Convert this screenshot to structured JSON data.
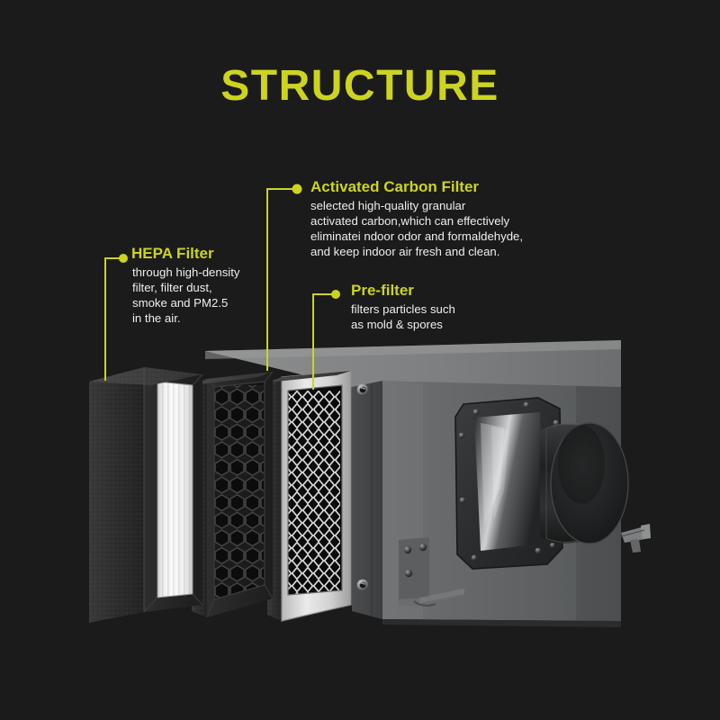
{
  "page": {
    "title": "STRUCTURE",
    "background_color": "#1b1b1b",
    "accent_color": "#ccd41f",
    "body_text_color": "#eeeeee"
  },
  "callouts": {
    "hepa": {
      "title": "HEPA Filter",
      "lines": [
        "through high-density",
        "filter, filter dust,",
        "smoke and PM2.5",
        "in the air."
      ]
    },
    "carbon": {
      "title": "Activated Carbon Filter",
      "lines": [
        "selected high-quality granular",
        "activated carbon,which can effectively",
        "eliminatei ndoor odor and formaldehyde,",
        "and keep indoor air fresh and clean."
      ]
    },
    "prefilter": {
      "title": "Pre-filter",
      "lines": [
        "filters particles such",
        "as mold & spores"
      ]
    }
  },
  "product": {
    "name": "inline-duct-air-purifier",
    "components": [
      {
        "name": "hepa-filter",
        "media": "white pleated media",
        "frame": "black foam frame"
      },
      {
        "name": "carbon-filter",
        "media": "honeycomb activated carbon",
        "frame": "black foam frame"
      },
      {
        "name": "pre-filter",
        "media": "diamond wire mesh",
        "frame": "silver metal frame"
      },
      {
        "name": "housing",
        "media": "gray painted steel enclosure"
      },
      {
        "name": "duct-outlet",
        "media": "round black duct collar"
      },
      {
        "name": "mounting-bracket",
        "media": "steel mounting foot"
      }
    ]
  }
}
